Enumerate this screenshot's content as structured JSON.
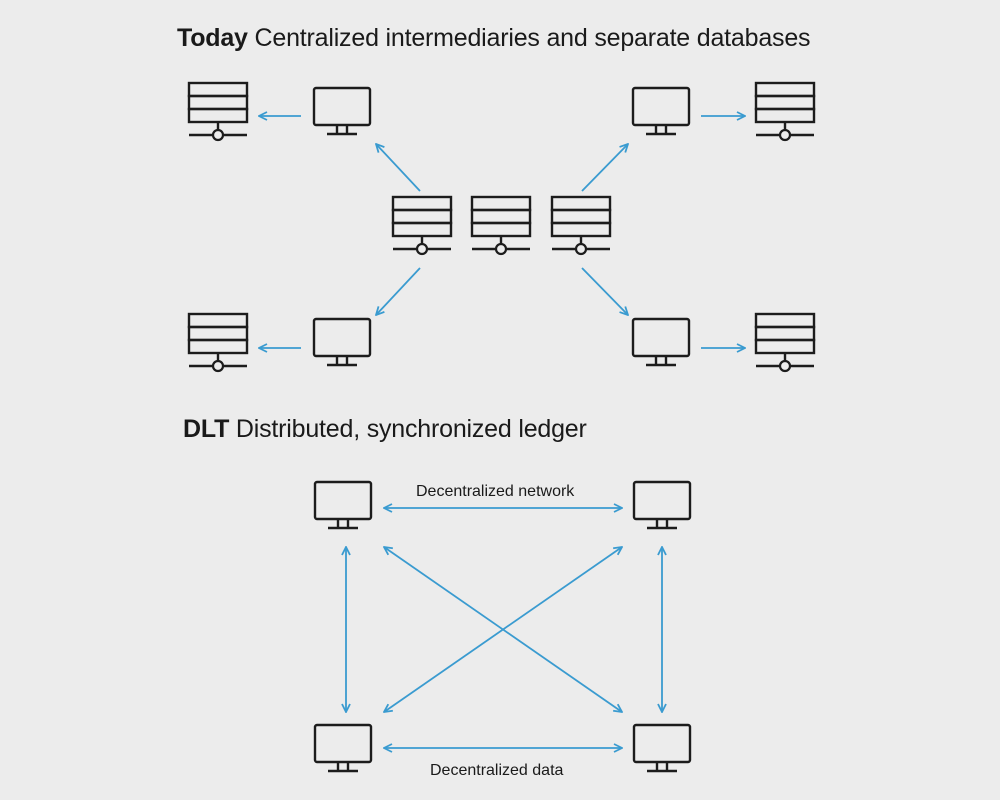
{
  "today": {
    "keyword": "Today",
    "title": "Centralized intermediaries and separate databases"
  },
  "dlt": {
    "keyword": "DLT",
    "title": "Distributed, synchronized ledger",
    "network_label": "Decentralized network",
    "data_label": "Decentralized data"
  },
  "colors": {
    "arrow": "#3a9bd0",
    "icon_stroke": "#1c1c1c",
    "background": "#ececec"
  },
  "icons": [
    "monitor-icon",
    "database-server-icon"
  ]
}
